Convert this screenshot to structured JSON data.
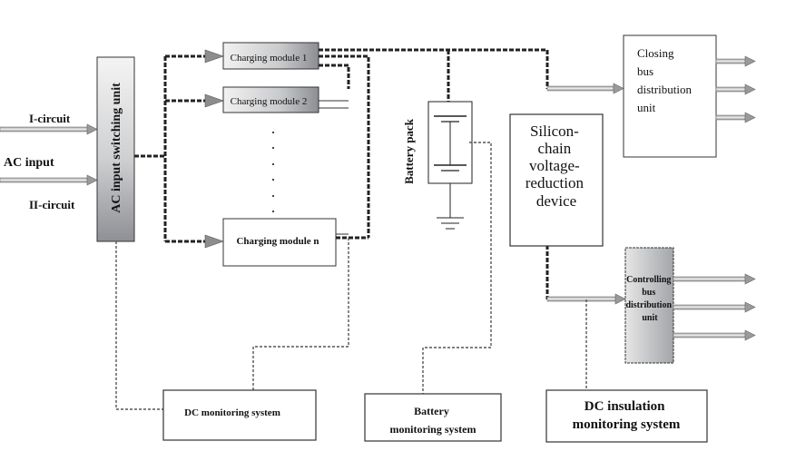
{
  "inputs": {
    "circuit1": "I-circuit",
    "ac_input": "AC input",
    "circuit2": "II-circuit"
  },
  "ac_switch": {
    "label": "AC input switching unit"
  },
  "charging_modules": {
    "module1": "Charging module 1",
    "module2": "Charging module 2",
    "module_n": "Charging module n"
  },
  "battery_pack": {
    "label": "Battery pack"
  },
  "silicon_chain": {
    "lines": [
      "Silicon-",
      "chain",
      "voltage-",
      "reduction",
      "device"
    ]
  },
  "closing_bus": {
    "lines": [
      "Closing",
      "bus",
      "distribution",
      "unit"
    ]
  },
  "controlling_bus": {
    "lines": [
      "Controlling",
      "bus",
      "distribution",
      "unit"
    ]
  },
  "dc_monitoring": {
    "label": "DC monitoring system"
  },
  "battery_monitoring": {
    "lines": [
      "Battery",
      "monitoring system"
    ]
  },
  "dc_insulation": {
    "lines": [
      "DC insulation",
      "monitoring system"
    ]
  }
}
